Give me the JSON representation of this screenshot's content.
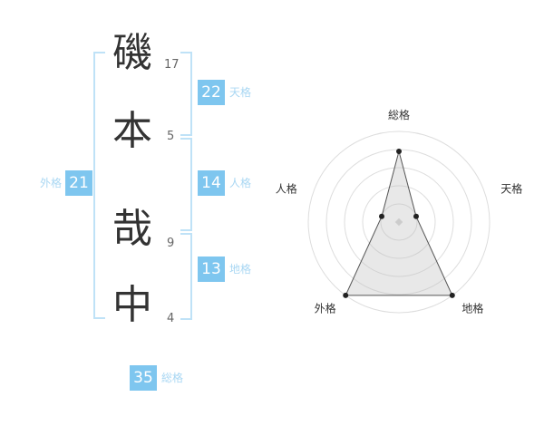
{
  "name": {
    "characters": [
      {
        "char": "磯",
        "strokes": "17"
      },
      {
        "char": "本",
        "strokes": "5"
      },
      {
        "char": "哉",
        "strokes": "9"
      },
      {
        "char": "中",
        "strokes": "4"
      }
    ]
  },
  "kaku": {
    "tenkaku": {
      "label": "天格",
      "value": "22"
    },
    "jinkaku": {
      "label": "人格",
      "value": "14"
    },
    "chikaku": {
      "label": "地格",
      "value": "13"
    },
    "gaikaku": {
      "label": "外格",
      "value": "21"
    },
    "soukaku": {
      "label": "総格",
      "value": "35"
    }
  },
  "colors": {
    "badge_bg": "#7ec6ef",
    "badge_text": "#ffffff",
    "kaku_label_text": "#a9d7f3",
    "bracket": "#bfe2f7",
    "name_text": "#333333",
    "stroke_count_text": "#666666"
  },
  "chart_data": {
    "type": "radar",
    "title": "",
    "axes": [
      "総格",
      "天格",
      "地格",
      "外格",
      "人格"
    ],
    "kaku_values": [
      35,
      22,
      13,
      21,
      14
    ],
    "score_normalized": [
      0.78,
      0.2,
      1.0,
      1.0,
      0.2
    ],
    "rings": 5,
    "grid": "concentric-circles",
    "legend": "none",
    "ring_color": "#dddddd",
    "polygon_fill": "rgba(190,190,190,0.35)",
    "polygon_stroke": "#555555",
    "point_color": "#222222",
    "center_marker_color": "#cccccc",
    "label_color": "#333333"
  }
}
